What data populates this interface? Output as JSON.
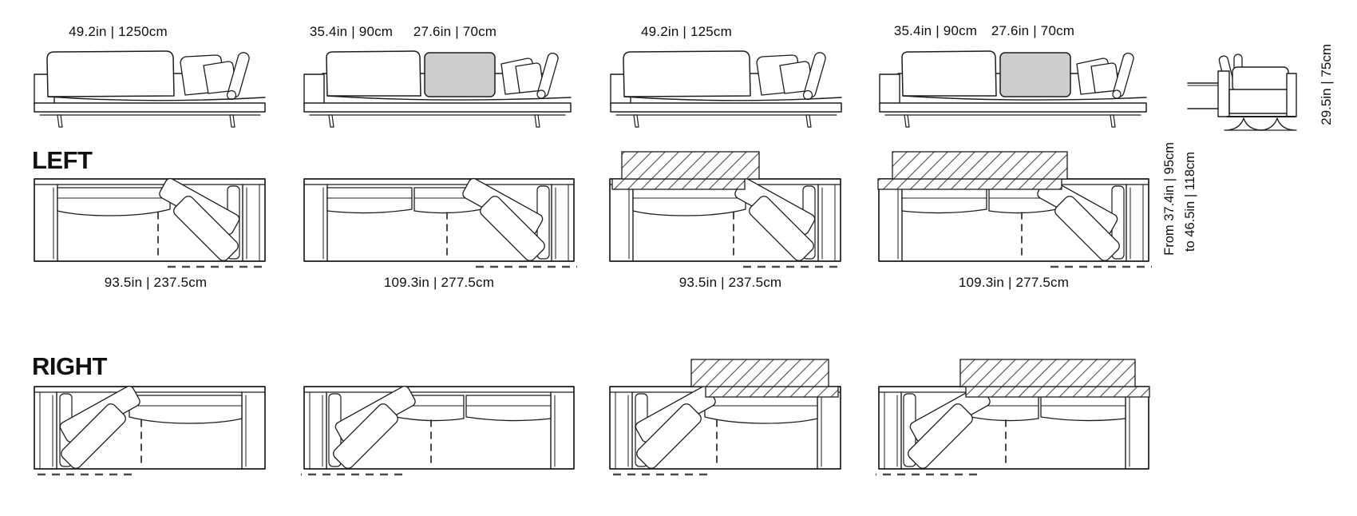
{
  "front_row": {
    "sofa1_width": "49.2in | 1250cm",
    "sofa2_seat_width": "35.4in | 90cm",
    "sofa2_back_width": "27.6in | 70cm",
    "sofa3_width": "49.2in | 125cm",
    "sofa4_seat_width": "35.4in | 90cm",
    "sofa4_back_width": "27.6in | 70cm",
    "side_view_height": "29.5in | 75cm"
  },
  "sections": {
    "left_title": "LEFT",
    "right_title": "RIGHT"
  },
  "plan_lengths": {
    "plan1": "93.5in | 237.5cm",
    "plan2": "109.3in | 277.5cm",
    "plan3": "93.5in | 237.5cm",
    "plan4": "109.3in | 277.5cm"
  },
  "table_depth": {
    "line1": "From 37.4in | 95cm",
    "line2": "to 46.5in | 118cm"
  },
  "colors": {
    "line": "#1c1c1c",
    "cushion_gray": "#cdcdcd",
    "text": "#0e0e0e",
    "dash": "#4a4a4a"
  }
}
